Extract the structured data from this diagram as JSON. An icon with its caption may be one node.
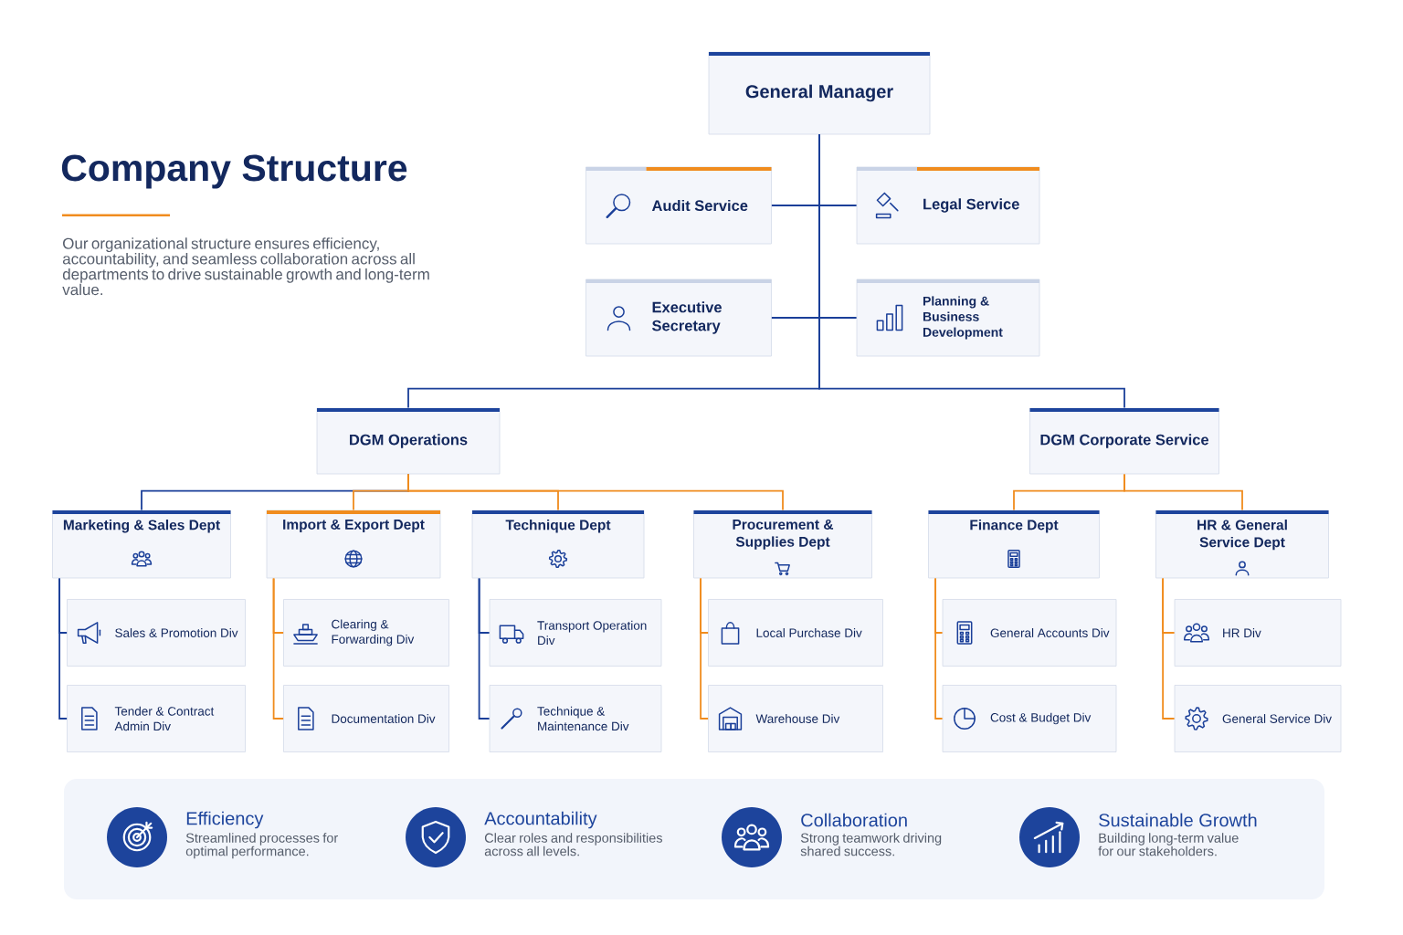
{
  "diagram": {
    "title": "Company Structure",
    "nodes": [
      {
        "text": [
          "General Manager"
        ]
      },
      {
        "text": [
          "Audit Service"
        ]
      },
      {
        "text": [
          "Legal Service"
        ]
      },
      {
        "text": [
          "Executive Secretary"
        ]
      },
      {
        "text": [
          "Planning & Business Development"
        ]
      },
      {
        "text": [
          "DGM Operations"
        ]
      },
      {
        "text": [
          "DGM Corporate Service"
        ]
      },
      {
        "text": [
          "Marketing & Sales Dept"
        ]
      },
      {
        "text": [
          "Sales & Promotion Div"
        ]
      },
      {
        "text": [
          "Tender & Contract Admin Div"
        ]
      },
      {
        "text": [
          "Import & Export Dept"
        ]
      },
      {
        "text": [
          "Clearing & Forwarding Div"
        ]
      },
      {
        "text": [
          "Documentation Div"
        ]
      },
      {
        "text": [
          "Technique Dept"
        ]
      },
      {
        "text": [
          "Transport Operation Div"
        ]
      },
      {
        "text": [
          "Technique & Maintenance Div"
        ]
      },
      {
        "text": [
          "Procurement & Supplies Dept"
        ]
      },
      {
        "text": [
          "Local Purchase Div"
        ]
      },
      {
        "text": [
          "Warehouse Div"
        ]
      },
      {
        "text": [
          "Finance Dept"
        ]
      },
      {
        "text": [
          "General Accounts Div"
        ]
      },
      {
        "text": [
          "Cost & Budget Div"
        ]
      },
      {
        "text": [
          "HR & General Service Dept"
        ]
      },
      {
        "text": [
          "HR Div"
        ]
      },
      {
        "text": [
          "General Service Div"
        ]
      }
    ],
    "edges": [
      {
        "from": 0,
        "to": 1,
        "arrow": "none",
        "color": "#1a3f99"
      },
      {
        "from": 0,
        "to": 2,
        "arrow": "none",
        "color": "#1a3f99"
      },
      {
        "from": 0,
        "to": 3,
        "arrow": "none",
        "color": "#1a3f99"
      },
      {
        "from": 0,
        "to": 4,
        "arrow": "none",
        "color": "#1a3f99"
      },
      {
        "from": 0,
        "to": 5,
        "arrow": "none",
        "color": "#1a3f99"
      },
      {
        "from": 0,
        "to": 6,
        "arrow": "none",
        "color": "#1a3f99"
      },
      {
        "from": 5,
        "to": 7,
        "arrow": "none",
        "color": "#1a3f99"
      },
      {
        "from": 5,
        "to": 10,
        "arrow": "none"
      },
      {
        "from": 5,
        "to": 13,
        "arrow": "none"
      },
      {
        "from": 5,
        "to": 16,
        "arrow": "none"
      },
      {
        "from": 6,
        "to": 19,
        "arrow": "none"
      },
      {
        "from": 6,
        "to": 22,
        "arrow": "none"
      },
      {
        "from": 7,
        "to": 8,
        "arrow": "none",
        "color": "#1a3f99"
      },
      {
        "from": 7,
        "to": 9,
        "arrow": "none",
        "color": "#1a3f99"
      },
      {
        "from": 10,
        "to": 11,
        "arrow": "none"
      },
      {
        "from": 10,
        "to": 12,
        "arrow": "none"
      },
      {
        "from": 13,
        "to": 14,
        "arrow": "none",
        "color": "#1a3f99"
      },
      {
        "from": 13,
        "to": 15,
        "arrow": "none",
        "color": "#1a3f99"
      },
      {
        "from": 16,
        "to": 17,
        "arrow": "none"
      },
      {
        "from": 16,
        "to": 18,
        "arrow": "none"
      },
      {
        "from": 19,
        "to": 20,
        "arrow": "none"
      },
      {
        "from": 19,
        "to": 21,
        "arrow": "none"
      },
      {
        "from": 22,
        "to": 23,
        "arrow": "none"
      },
      {
        "from": 22,
        "to": 24,
        "arrow": "none"
      }
    ],
    "labels": [
      "Our organizational structure ensures efficiency, accountability, and seamless collaboration across all departments to drive sustainable growth and long-term value.",
      "Efficiency",
      "Streamlined processes for optimal performance.",
      "Accountability",
      "Clear roles and responsibilities across all levels.",
      "Collaboration",
      "Strong teamwork driving shared success.",
      "Sustainable Growth",
      "Building long-term value for our stakeholders."
    ]
  }
}
